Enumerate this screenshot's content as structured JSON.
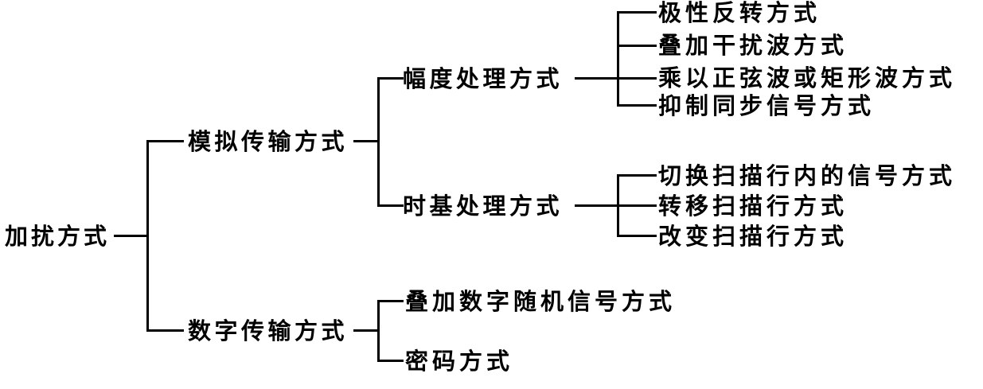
{
  "diagram": {
    "title_root": "加扰方式",
    "root": {
      "label": "加扰方式",
      "children": [
        {
          "label": "模拟传输方式",
          "children": [
            {
              "label": "幅度处理方式",
              "children": [
                {
                  "label": "极性反转方式"
                },
                {
                  "label": "叠加干扰波方式"
                },
                {
                  "label": "乘以正弦波或矩形波方式"
                },
                {
                  "label": "抑制同步信号方式"
                }
              ]
            },
            {
              "label": "时基处理方式",
              "children": [
                {
                  "label": "切换扫描行内的信号方式"
                },
                {
                  "label": "转移扫描行方式"
                },
                {
                  "label": "改变扫描行方式"
                }
              ]
            }
          ]
        },
        {
          "label": "数字传输方式",
          "children": [
            {
              "label": "叠加数字随机信号方式"
            },
            {
              "label": "密码方式"
            }
          ]
        }
      ]
    },
    "labels": {
      "root": "加扰方式",
      "analog": "模拟传输方式",
      "digital": "数字传输方式",
      "amplitude": "幅度处理方式",
      "timebase": "时基处理方式",
      "amp_1": "极性反转方式",
      "amp_2": "叠加干扰波方式",
      "amp_3": "乘以正弦波或矩形波方式",
      "amp_4": "抑制同步信号方式",
      "tb_1": "切换扫描行内的信号方式",
      "tb_2": "转移扫描行方式",
      "tb_3": "改变扫描行方式",
      "dig_1": "叠加数字随机信号方式",
      "dig_2": "密码方式"
    },
    "colors": {
      "line": "#000000",
      "text": "#000000",
      "background": "#ffffff"
    }
  }
}
